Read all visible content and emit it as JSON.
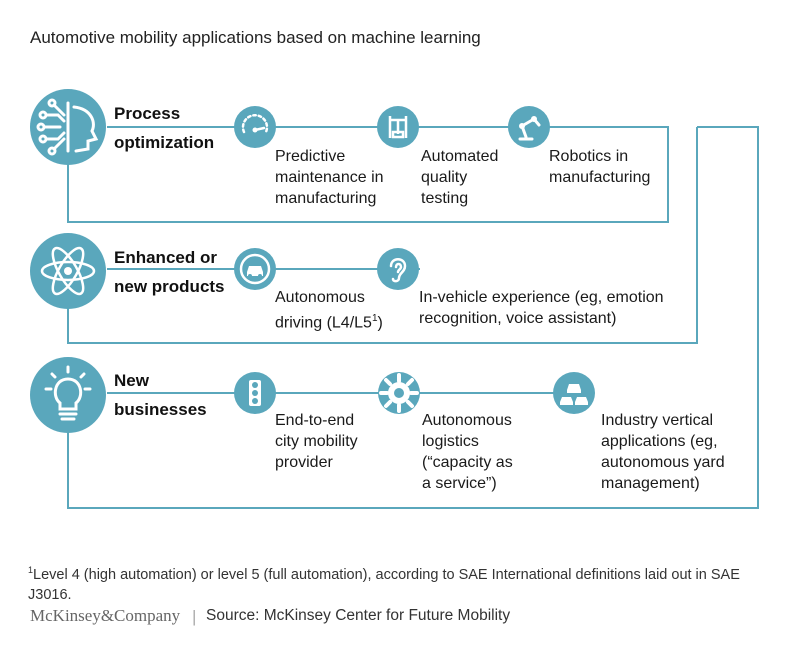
{
  "title": "Automotive mobility applications based on machine learning",
  "colors": {
    "accent": "#5aa7bc",
    "line": "#5aa7bc",
    "text": "#1a1a1a"
  },
  "categories": [
    {
      "icon": "circuit-head-icon",
      "label_line1": "Process",
      "label_line2": "optimization",
      "items": [
        {
          "icon": "gauge-icon",
          "lines": [
            "Predictive",
            "maintenance in",
            "manufacturing"
          ]
        },
        {
          "icon": "gantry-icon",
          "lines": [
            "Automated",
            "quality",
            "testing"
          ]
        },
        {
          "icon": "robot-arm-icon",
          "lines": [
            "Robotics in",
            "manufacturing"
          ]
        }
      ]
    },
    {
      "icon": "atom-icon",
      "label_line1": "Enhanced or",
      "label_line2": "new products",
      "items": [
        {
          "icon": "car-icon",
          "lines": [
            "Autonomous"
          ],
          "line2_text": "driving (L4/L5",
          "line2_sup": "1",
          "line2_tail": ")"
        },
        {
          "icon": "ear-icon",
          "lines": [
            "In-vehicle experience (eg, emotion",
            "recognition, voice assistant)"
          ]
        }
      ]
    },
    {
      "icon": "lightbulb-icon",
      "label_line1": "New",
      "label_line2": "businesses",
      "items": [
        {
          "icon": "traffic-light-icon",
          "lines": [
            "End-to-end",
            "city mobility",
            "provider"
          ]
        },
        {
          "icon": "gear-icon",
          "lines": [
            "Autonomous",
            "logistics",
            "(“capacity as",
            "a service”)"
          ]
        },
        {
          "icon": "cars-icon",
          "lines": [
            "Industry vertical",
            "applications (eg,",
            "autonomous yard",
            "management)"
          ]
        }
      ]
    }
  ],
  "footnote": {
    "marker": "1",
    "text": "Level 4 (high automation) or level 5 (full automation), according to SAE International definitions laid out in SAE J3016."
  },
  "brand": "McKinsey&Company",
  "separator": "|",
  "source": "Source: McKinsey Center for Future Mobility"
}
